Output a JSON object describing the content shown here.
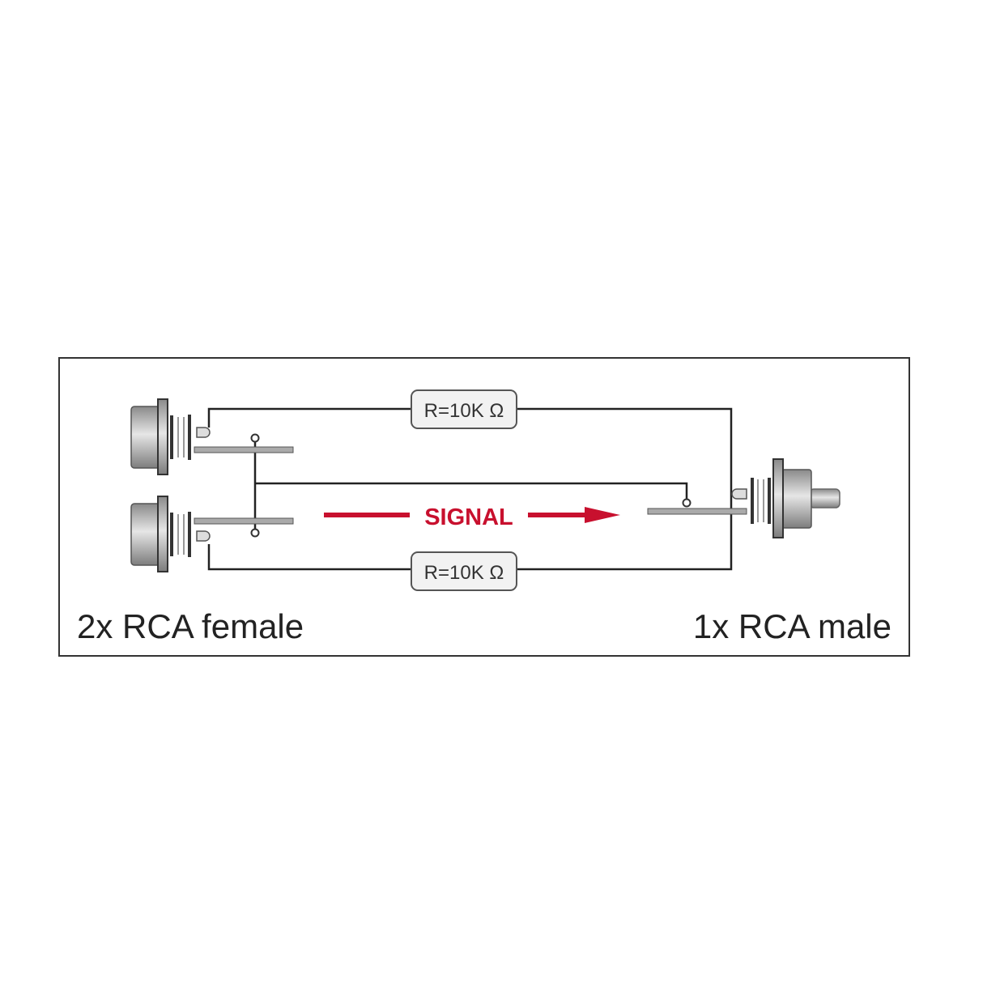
{
  "diagram": {
    "left_label": "2x RCA female",
    "right_label": "1x RCA male",
    "resistor_top": "R=10K Ω",
    "resistor_bottom": "R=10K Ω",
    "signal_label": "SIGNAL",
    "colors": {
      "signal": "#c8102e",
      "wire": "#222222",
      "connector": "#b0b0b0"
    }
  }
}
